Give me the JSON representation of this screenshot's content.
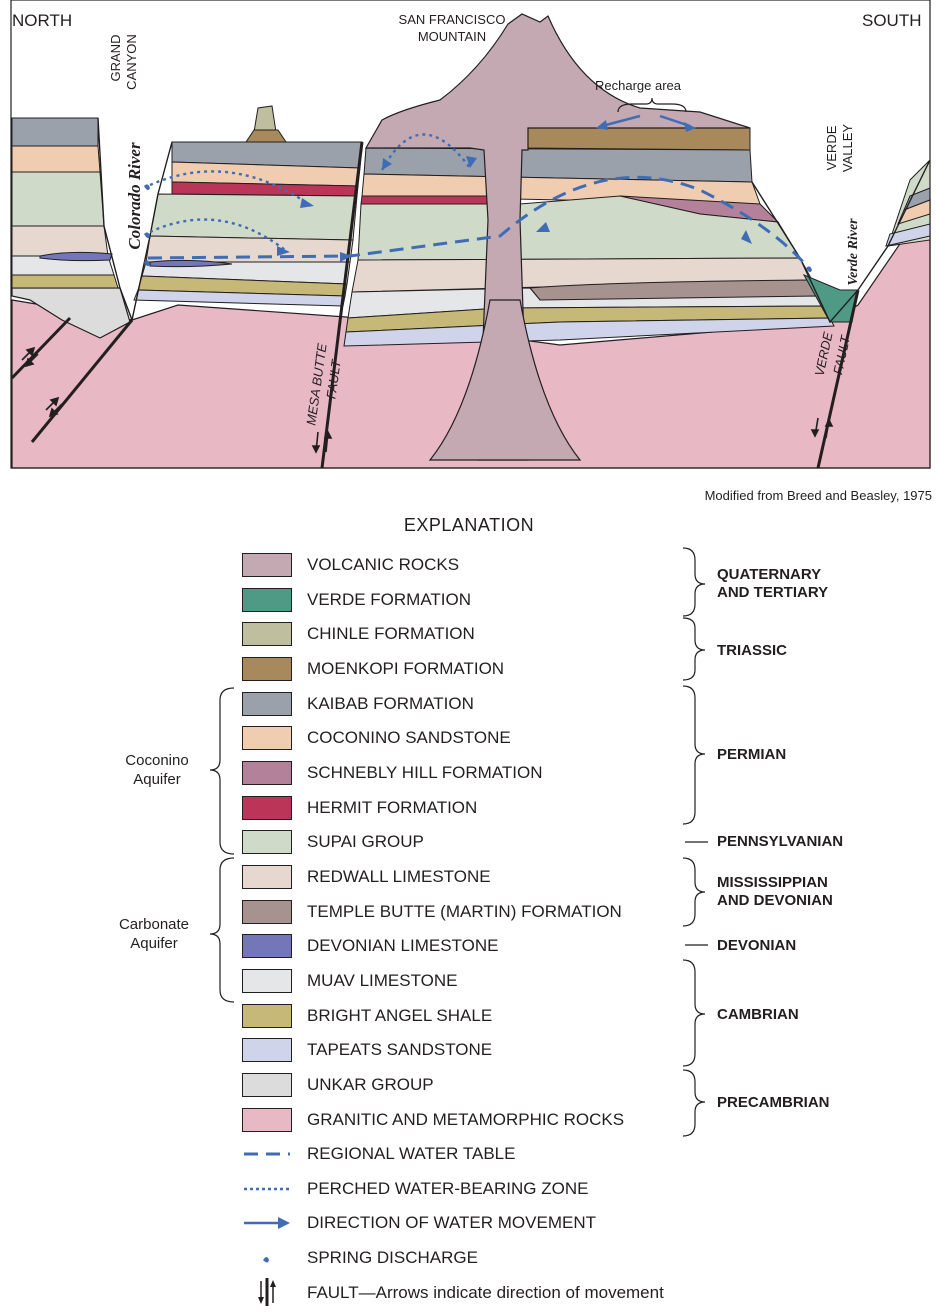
{
  "section": {
    "north": "NORTH",
    "south": "SOUTH",
    "mountain": [
      "SAN FRANCISCO",
      "MOUNTAIN"
    ],
    "grand_canyon": [
      "GRAND",
      "CANYON"
    ],
    "colorado_river": "Colorado River",
    "recharge_area": "Recharge area",
    "verde_valley": [
      "VERDE",
      "VALLEY"
    ],
    "verde_river": "Verde River",
    "mesa_butte_fault": [
      "MESA BUTTE",
      "FAULT"
    ],
    "verde_fault": [
      "VERDE",
      "FAULT"
    ]
  },
  "credit": "Modified from Breed and Beasley, 1975",
  "explanation": {
    "title": "EXPLANATION",
    "units": [
      {
        "label": "VOLCANIC ROCKS",
        "color": "#c4a9b2"
      },
      {
        "label": "VERDE FORMATION",
        "color": "#4f9a84"
      },
      {
        "label": "CHINLE FORMATION",
        "color": "#bfbfa0"
      },
      {
        "label": "MOENKOPI FORMATION",
        "color": "#a8895c"
      },
      {
        "label": "KAIBAB FORMATION",
        "color": "#9aa1ab"
      },
      {
        "label": "COCONINO SANDSTONE",
        "color": "#f0cdb0"
      },
      {
        "label": "SCHNEBLY HILL FORMATION",
        "color": "#b4819a"
      },
      {
        "label": "HERMIT FORMATION",
        "color": "#bb3559"
      },
      {
        "label": "SUPAI GROUP",
        "color": "#d0dac8"
      },
      {
        "label": "REDWALL LIMESTONE",
        "color": "#e6d7cf"
      },
      {
        "label": "TEMPLE BUTTE (MARTIN) FORMATION",
        "color": "#a6928e"
      },
      {
        "label": "DEVONIAN LIMESTONE",
        "color": "#7377ba"
      },
      {
        "label": "MUAV LIMESTONE",
        "color": "#e5e6e8"
      },
      {
        "label": "BRIGHT ANGEL SHALE",
        "color": "#c6b877"
      },
      {
        "label": "TAPEATS SANDSTONE",
        "color": "#cfd4ea"
      },
      {
        "label": "UNKAR GROUP",
        "color": "#dcdcdc"
      },
      {
        "label": "GRANITIC AND METAMORPHIC ROCKS",
        "color": "#e8b8c4"
      }
    ],
    "symbols": [
      {
        "label": "REGIONAL WATER TABLE",
        "icon": "dashed-line-icon"
      },
      {
        "label": "PERCHED WATER-BEARING ZONE",
        "icon": "dotted-line-icon"
      },
      {
        "label": "DIRECTION OF WATER MOVEMENT",
        "icon": "arrow-icon"
      },
      {
        "label": "SPRING DISCHARGE",
        "icon": "droplet-icon"
      },
      {
        "label": "FAULT—Arrows indicate direction of movement",
        "icon": "fault-arrows-icon"
      }
    ],
    "ages": [
      [
        "QUATERNARY",
        "AND TERTIARY"
      ],
      [
        "TRIASSIC"
      ],
      [
        "PERMIAN"
      ],
      [
        "PENNSYLVANIAN"
      ],
      [
        "MISSISSIPPIAN",
        "AND DEVONIAN"
      ],
      [
        "DEVONIAN"
      ],
      [
        "CAMBRIAN"
      ],
      [
        "PRECAMBRIAN"
      ]
    ],
    "aquifers": [
      [
        "Coconino",
        "Aquifer"
      ],
      [
        "Carbonate",
        "Aquifer"
      ]
    ]
  },
  "colors": {
    "water": "#3f6db5",
    "outline": "#231f20"
  }
}
